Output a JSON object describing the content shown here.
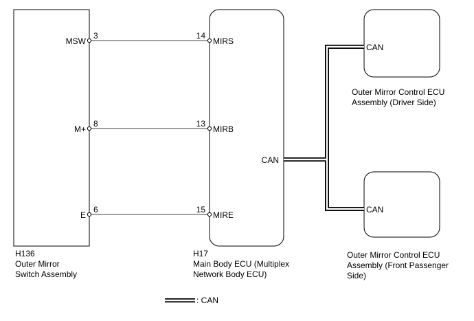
{
  "switch_assembly": {
    "code": "H136",
    "name_line1": "Outer Mirror",
    "name_line2": "Switch Assembly",
    "pins": [
      {
        "label": "MSW",
        "number": "3"
      },
      {
        "label": "M+",
        "number": "8"
      },
      {
        "label": "E",
        "number": "6"
      }
    ]
  },
  "main_body_ecu": {
    "code": "H17",
    "name_line1": "Main Body ECU (Multiplex",
    "name_line2": "Network Body ECU)",
    "pins": [
      {
        "label": "MIRS",
        "number": "14"
      },
      {
        "label": "MIRB",
        "number": "13"
      },
      {
        "label": "MIRE",
        "number": "15"
      }
    ],
    "can_label": "CAN"
  },
  "driver_ecu": {
    "can_label": "CAN",
    "name_line1": "Outer Mirror Control ECU",
    "name_line2": "Assembly (Driver Side)"
  },
  "passenger_ecu": {
    "can_label": "CAN",
    "name_line1": "Outer Mirror Control ECU",
    "name_line2": "Assembly (Front Passenger",
    "name_line3": "Side)"
  },
  "legend": {
    "text": ": CAN"
  }
}
